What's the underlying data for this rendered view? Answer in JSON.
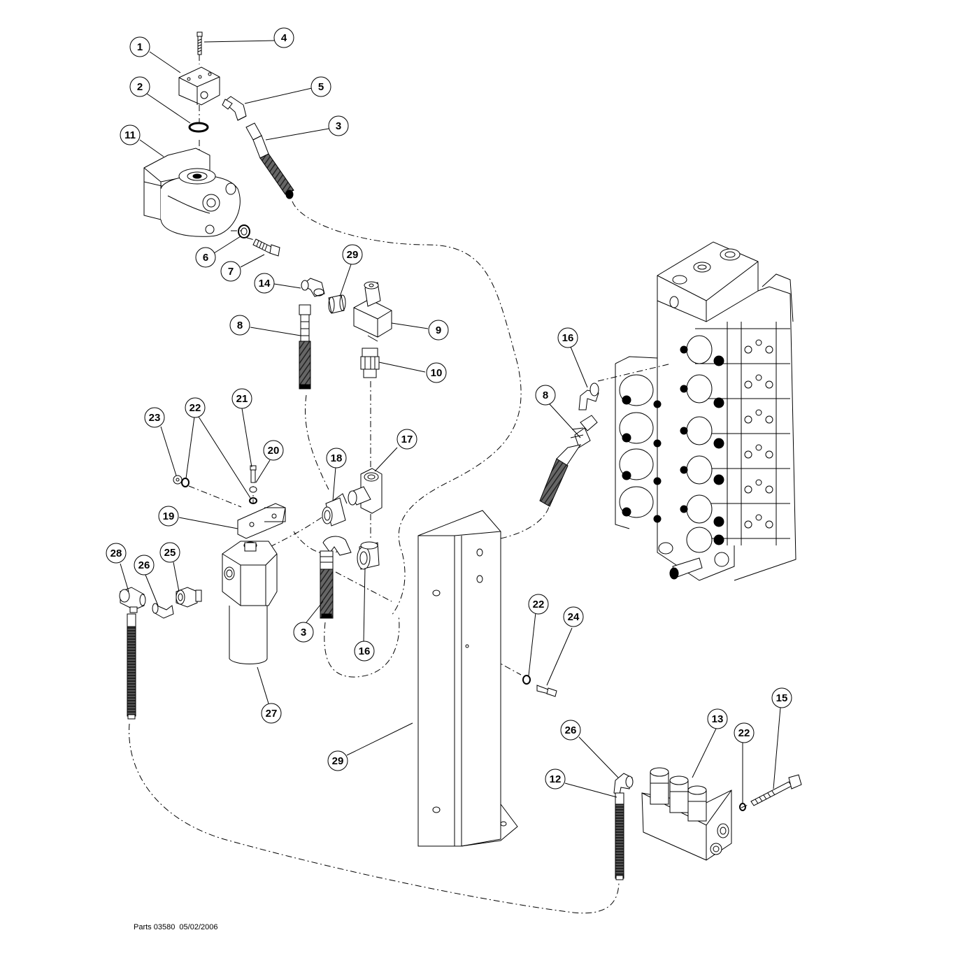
{
  "footer": "Parts 03580  05/02/2006",
  "callouts": [
    {
      "id": "c1",
      "label": "1"
    },
    {
      "id": "c2",
      "label": "2"
    },
    {
      "id": "c3a",
      "label": "3"
    },
    {
      "id": "c4",
      "label": "4"
    },
    {
      "id": "c5",
      "label": "5"
    },
    {
      "id": "c11",
      "label": "11"
    },
    {
      "id": "c6",
      "label": "6"
    },
    {
      "id": "c7",
      "label": "7"
    },
    {
      "id": "c29a",
      "label": "29"
    },
    {
      "id": "c14",
      "label": "14"
    },
    {
      "id": "c8a",
      "label": "8"
    },
    {
      "id": "c9",
      "label": "9"
    },
    {
      "id": "c10",
      "label": "10"
    },
    {
      "id": "c16a",
      "label": "16"
    },
    {
      "id": "c8b",
      "label": "8"
    },
    {
      "id": "c23",
      "label": "23"
    },
    {
      "id": "c22a",
      "label": "22"
    },
    {
      "id": "c21",
      "label": "21"
    },
    {
      "id": "c20",
      "label": "20"
    },
    {
      "id": "c18",
      "label": "18"
    },
    {
      "id": "c17",
      "label": "17"
    },
    {
      "id": "c19",
      "label": "19"
    },
    {
      "id": "c28",
      "label": "28"
    },
    {
      "id": "c26a",
      "label": "26"
    },
    {
      "id": "c25",
      "label": "25"
    },
    {
      "id": "c3b",
      "label": "3"
    },
    {
      "id": "c16b",
      "label": "16"
    },
    {
      "id": "c27",
      "label": "27"
    },
    {
      "id": "c22b",
      "label": "22"
    },
    {
      "id": "c24",
      "label": "24"
    },
    {
      "id": "c29b",
      "label": "29"
    },
    {
      "id": "c15",
      "label": "15"
    },
    {
      "id": "c13",
      "label": "13"
    },
    {
      "id": "c22c",
      "label": "22"
    },
    {
      "id": "c26b",
      "label": "26"
    },
    {
      "id": "c12",
      "label": "12"
    }
  ]
}
